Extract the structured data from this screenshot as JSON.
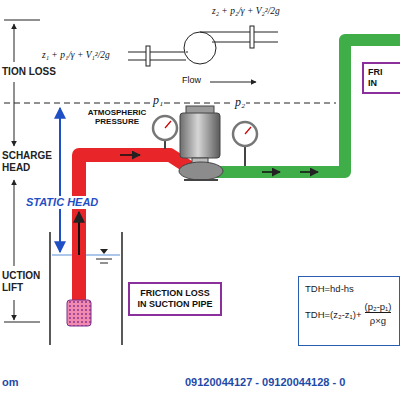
{
  "diagram": {
    "nodes": [
      {
        "text": [
          "FRI IN"
        ]
      },
      {
        "text": [
          "FRICTION LOSS IN SUCTION PIPE"
        ]
      },
      {
        "text": [
          "TDH=hd-hs",
          "TDH=(z₂-z₁)+",
          "(p₂-p₁)",
          "ρ×g"
        ]
      }
    ],
    "labels": [
      "TION LOSS",
      "SCHARGE HEAD",
      "STATIC HEAD",
      "UCTION LIFT",
      "z₂ + p₂/γ + V₂²/2g",
      "z₁ + p₁/γ + V₁²/2g",
      "Flow",
      "ATMOSPHERIC PRESSURE",
      "p₁",
      "p₂",
      "om",
      "09120044127 - 09120044128 - 0"
    ]
  }
}
